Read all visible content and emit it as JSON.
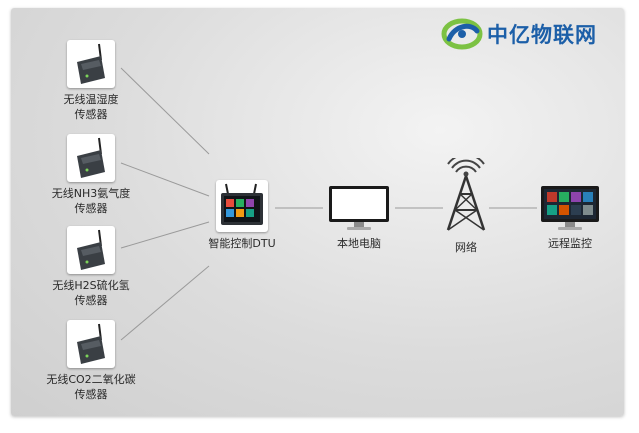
{
  "logo": {
    "text": "中亿物联网",
    "icon": "swirl-logo-icon",
    "color": "#1c5fa8"
  },
  "sensors": [
    {
      "line1": "无线温湿度",
      "line2": "传感器",
      "icon": "wireless-sensor-device-icon"
    },
    {
      "line1": "无线NH3氨气度",
      "line2": "传感器",
      "icon": "wireless-sensor-device-icon"
    },
    {
      "line1": "无线H2S硫化氢",
      "line2": "传感器",
      "icon": "wireless-sensor-device-icon"
    },
    {
      "line1": "无线CO2二氧化碳",
      "line2": "传感器",
      "icon": "wireless-sensor-device-icon"
    }
  ],
  "chain": [
    {
      "label": "智能控制DTU",
      "icon": "dtu-touchscreen-icon"
    },
    {
      "label": "本地电脑",
      "icon": "monitor-icon"
    },
    {
      "label": "网络",
      "icon": "radio-tower-icon"
    },
    {
      "label": "远程监控",
      "icon": "remote-monitor-icon"
    }
  ],
  "colors": {
    "line": "#9a9a9a",
    "logo_green": "#7cc243",
    "logo_blue": "#1c5fa8"
  }
}
